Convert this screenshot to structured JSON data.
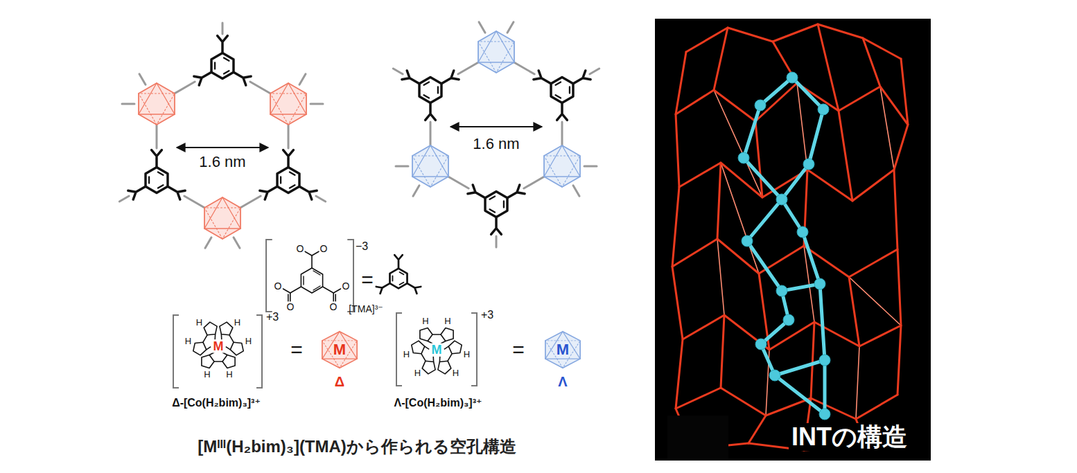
{
  "diagram": {
    "caption": "[Mᴵᴵᴵ(H₂bim)₃](TMA)から作られる空孔構造",
    "nodes": [
      {
        "text": [
          "M"
        ]
      },
      {
        "text": [
          "M"
        ]
      },
      {
        "text": [
          "INTの構造"
        ]
      }
    ],
    "labels": [
      "1.6 nm",
      "1.6 nm",
      "−3",
      "=",
      "[TMA]³⁻",
      "O",
      "O",
      "O",
      "O",
      "O",
      "O",
      "+3",
      "=",
      "Δ",
      "+3",
      "=",
      "Λ",
      "M",
      "M",
      "H",
      "H",
      "H",
      "H",
      "H",
      "H",
      "H",
      "H",
      "H",
      "H",
      "H",
      "H",
      "Δ-[Co(H₂bim)₃]³⁺",
      "Λ-[Co(H₂bim)₃]³⁺"
    ]
  }
}
